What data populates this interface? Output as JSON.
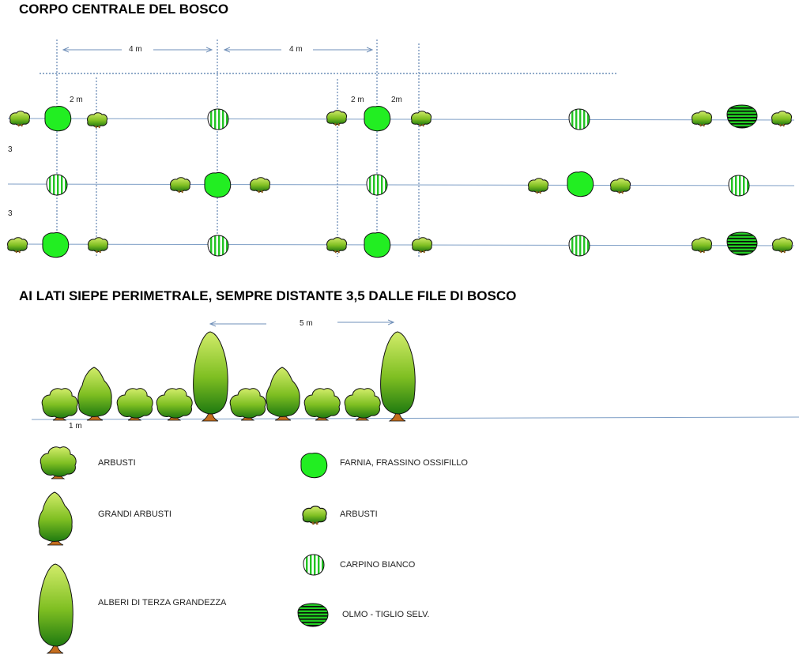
{
  "titles": {
    "central": "CORPO CENTRALE DEL BOSCO",
    "hedge": "AI LATI SIEPE PERIMETRALE, SEMPRE DISTANTE 3,5 DALLE FILE DI BOSCO"
  },
  "dimensions": {
    "top_spacing_1": "4 m",
    "top_spacing_2": "4 m",
    "spacing_2m_left": "2 m",
    "spacing_2m_mid": "2 m",
    "spacing_2m_right": "2m",
    "row_gap_1": "3",
    "row_gap_2": "3",
    "hedge_spacing": "5 m",
    "hedge_step": "1 m"
  },
  "legend": {
    "arbusti_tall": "ARBUSTI",
    "grandi_arbusti": "GRANDI ARBUSTI",
    "alberi_terza": "ALBERI DI TERZA GRANDEZZA",
    "farnia": "FARNIA, FRASSINO OSSIFILLO",
    "arbusti_small": "ARBUSTI",
    "carpino": "CARPINO BIANCO",
    "olmo": "OLMO - TIGLIO SELV."
  },
  "colors": {
    "guide_line": "#6f8fb8",
    "bright_green": "#22ee22",
    "shrub_green": "#7aa520",
    "trunk": "#b5651d"
  },
  "icons": {
    "oak": "solid-green-circle",
    "hornbeam": "vertical-striped-circle",
    "elm": "horizontal-striped-circle",
    "small_shrub": "small-shrub-icon",
    "shrub": "shrub-icon",
    "tall_shrub": "tall-shrub-icon",
    "tree": "columnar-tree-icon"
  }
}
